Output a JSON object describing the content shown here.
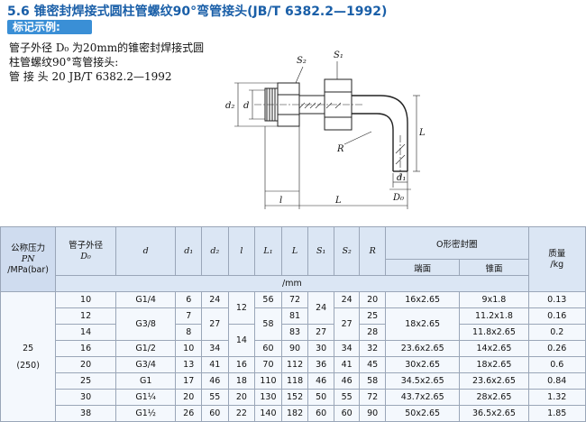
{
  "title": "5.6 锥密封焊接式圆柱管螺纹90°弯管接头(JB/T 6382.2—1992)",
  "badge": "标记示例:",
  "example": {
    "line1": "管子外径 D₀ 为20mm的锥密封焊接式圆",
    "line2": "柱管螺纹90°弯管接头:",
    "line3": "管 接 头 20  JB/T 6382.2—1992"
  },
  "drawing_labels": {
    "S2": "S₂",
    "S1": "S₁",
    "d2": "d₂",
    "d": "d",
    "R": "R",
    "L1": "L₁",
    "d1": "d₁",
    "D0": "D₀",
    "l": "l",
    "L": "L"
  },
  "table": {
    "headers": {
      "pressure": [
        "公称压力",
        "PN",
        "/MPa(bar)"
      ],
      "d0": [
        "管子外径",
        "D₀"
      ],
      "d": "d",
      "d1": "d₁",
      "d2": "d₂",
      "l": "l",
      "L1": "L₁",
      "L": "L",
      "S1": "S₁",
      "S2": "S₂",
      "R": "R",
      "oring": "O形密封圈",
      "end_face": "端面",
      "cone_face": "锥面",
      "mass": [
        "质量",
        "/kg"
      ],
      "unit": "/mm"
    },
    "pressure_value": "25",
    "pressure_bar": "(250)",
    "rows": [
      {
        "D0": "10",
        "d": "G1/4",
        "d1": "6",
        "d2": "24",
        "l": "12",
        "L1": "56",
        "L": "72",
        "S1": "24",
        "S2": "24",
        "R": "20",
        "end": "16x2.65",
        "cone": "9x1.8",
        "mass": "0.13"
      },
      {
        "D0": "12",
        "d": "G3/8",
        "d1": "7",
        "d2": "27",
        "l": "",
        "L1": "58",
        "L": "81",
        "S1": "",
        "S2": "27",
        "R": "25",
        "end": "18x2.65",
        "cone": "11.2x1.8",
        "mass": "0.16"
      },
      {
        "D0": "14",
        "d": "",
        "d1": "8",
        "d2": "",
        "l": "14",
        "L1": "",
        "L": "83",
        "S1": "27",
        "S2": "",
        "R": "28",
        "end": "",
        "cone": "11.8x2.65",
        "mass": "0.2"
      },
      {
        "D0": "16",
        "d": "G1/2",
        "d1": "10",
        "d2": "34",
        "l": "",
        "L1": "60",
        "L": "90",
        "S1": "30",
        "S2": "34",
        "R": "32",
        "end": "23.6x2.65",
        "cone": "14x2.65",
        "mass": "0.26"
      },
      {
        "D0": "20",
        "d": "G3/4",
        "d1": "13",
        "d2": "41",
        "l": "16",
        "L1": "70",
        "L": "112",
        "S1": "36",
        "S2": "41",
        "R": "45",
        "end": "30x2.65",
        "cone": "18x2.65",
        "mass": "0.6"
      },
      {
        "D0": "25",
        "d": "G1",
        "d1": "17",
        "d2": "46",
        "l": "18",
        "L1": "110",
        "L": "118",
        "S1": "46",
        "S2": "46",
        "R": "58",
        "end": "34.5x2.65",
        "cone": "23.6x2.65",
        "mass": "0.84"
      },
      {
        "D0": "30",
        "d": "G1¼",
        "d1": "20",
        "d2": "55",
        "l": "20",
        "L1": "130",
        "L": "152",
        "S1": "50",
        "S2": "55",
        "R": "72",
        "end": "43.7x2.65",
        "cone": "28x2.65",
        "mass": "1.32"
      },
      {
        "D0": "38",
        "d": "G1½",
        "d1": "26",
        "d2": "60",
        "l": "22",
        "L1": "140",
        "L": "182",
        "S1": "60",
        "S2": "60",
        "R": "90",
        "end": "50x2.65",
        "cone": "36.5x2.65",
        "mass": "1.85"
      }
    ]
  }
}
